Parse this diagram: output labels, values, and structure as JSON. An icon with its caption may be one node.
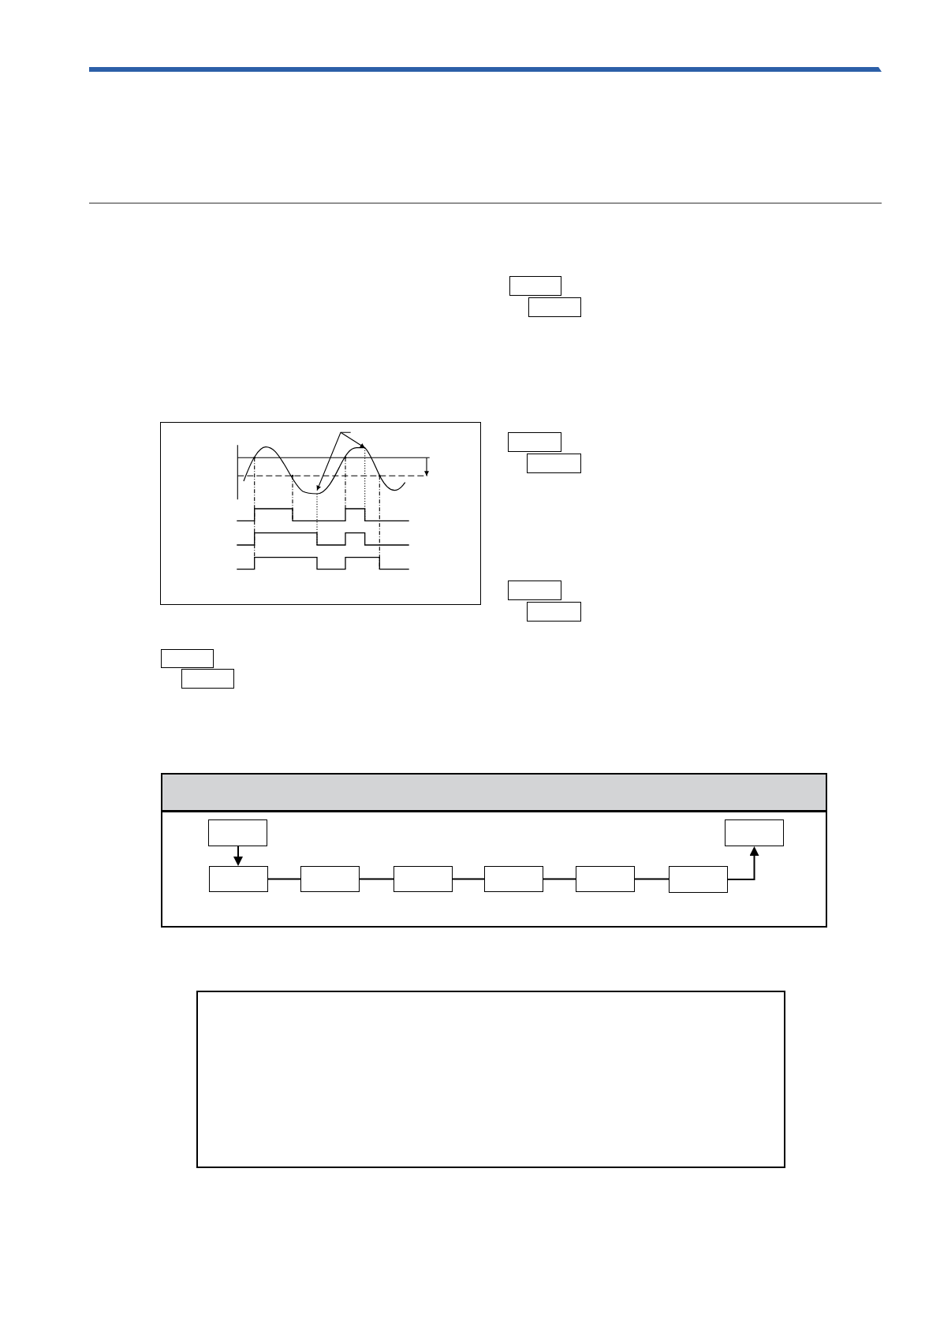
{
  "diagram": {
    "nodes": [
      {
        "text": [],
        "shape": "box"
      },
      {
        "text": [],
        "shape": "box"
      },
      {
        "text": [],
        "shape": "box"
      },
      {
        "text": [],
        "shape": "box"
      },
      {
        "text": [],
        "shape": "box"
      },
      {
        "text": [],
        "shape": "box"
      },
      {
        "text": [],
        "shape": "box"
      },
      {
        "text": [],
        "shape": "box"
      },
      {
        "text": [],
        "shape": "box"
      },
      {
        "text": [],
        "shape": "box"
      },
      {
        "text": [],
        "shape": "box",
        "in": 9
      },
      {
        "text": [],
        "shape": "box",
        "in": 9
      },
      {
        "text": [],
        "shape": "box",
        "in": 9
      },
      {
        "text": [],
        "shape": "box",
        "in": 9
      },
      {
        "text": [],
        "shape": "box",
        "in": 9
      },
      {
        "text": [],
        "shape": "box",
        "in": 9
      },
      {
        "text": [],
        "shape": "box",
        "in": 9
      },
      {
        "text": [],
        "shape": "box",
        "in": 9
      },
      {
        "text": [],
        "shape": "box"
      }
    ],
    "edges": [
      {
        "from": 10,
        "to": 12,
        "arrow": "to"
      },
      {
        "from": 12,
        "to": 13,
        "arrow": "none"
      },
      {
        "from": 13,
        "to": 14,
        "arrow": "none"
      },
      {
        "from": 14,
        "to": 15,
        "arrow": "none"
      },
      {
        "from": 15,
        "to": 16,
        "arrow": "none"
      },
      {
        "from": 16,
        "to": 17,
        "arrow": "none"
      },
      {
        "from": 17,
        "to": 11,
        "arrow": "to"
      }
    ]
  }
}
